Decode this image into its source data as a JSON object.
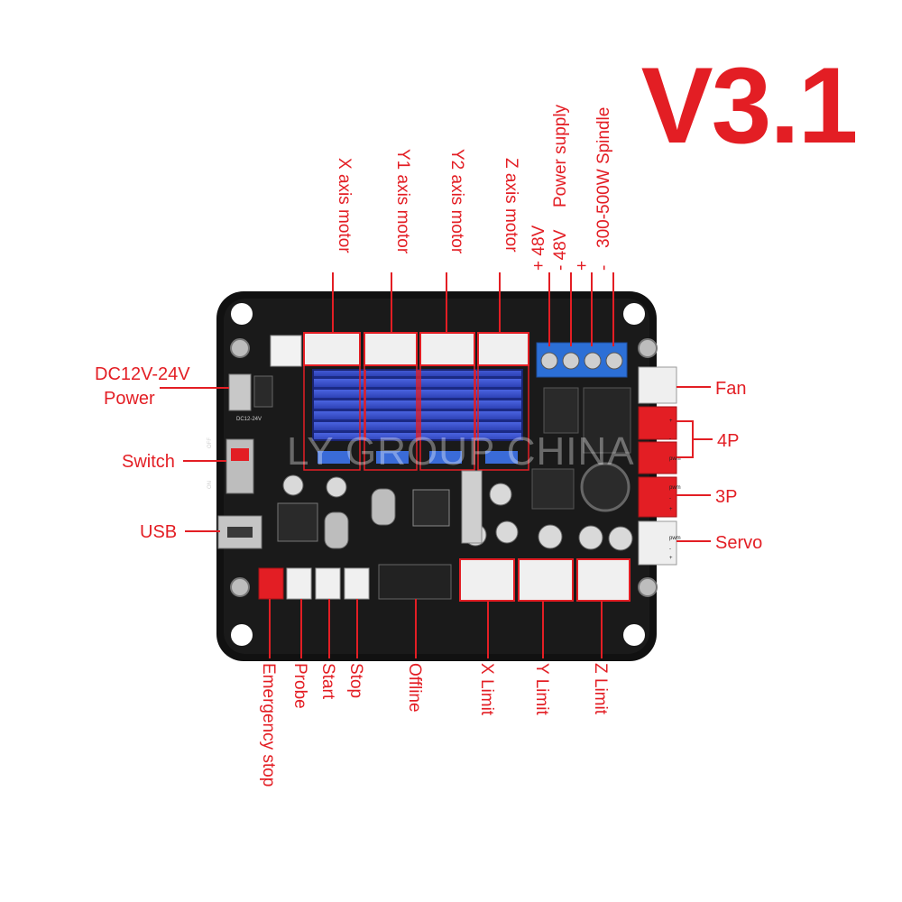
{
  "version": "V3.1",
  "watermark": "LY GROUP CHINA",
  "board_text": {
    "dc_port": "DC12-24V",
    "switch_off": "OFF",
    "switch_on": "ON"
  },
  "labels": {
    "x_motor": "X axis motor",
    "y1_motor": "Y1 axis motor",
    "y2_motor": "Y2 axis motor",
    "z_motor": "Z axis motor",
    "psu_plus": "+ 48V",
    "psu_minus": "- 48V",
    "psu": "Power supply",
    "spindle_plus": "+",
    "spindle_minus": "-",
    "spindle": "300-500W Spindle",
    "dc_power_1": "DC12V-24V",
    "dc_power_2": "Power",
    "switch": "Switch",
    "usb": "USB",
    "fan": "Fan",
    "p4": "4P",
    "p3": "3P",
    "servo": "Servo",
    "estop": "Emergency stop",
    "probe": "Probe",
    "start": "Start",
    "stop": "Stop",
    "offline": "Offline",
    "x_limit": "X Limit",
    "y_limit": "Y Limit",
    "z_limit": "Z Limit"
  },
  "pin_marks": {
    "pwm": "pwm",
    "plus": "+",
    "minus": "-"
  },
  "colors": {
    "accent_red": "#e31e24",
    "pcb": "#141414",
    "heatsink_blue": "#2f47c9",
    "terminal_blue": "#2c6fd6"
  }
}
